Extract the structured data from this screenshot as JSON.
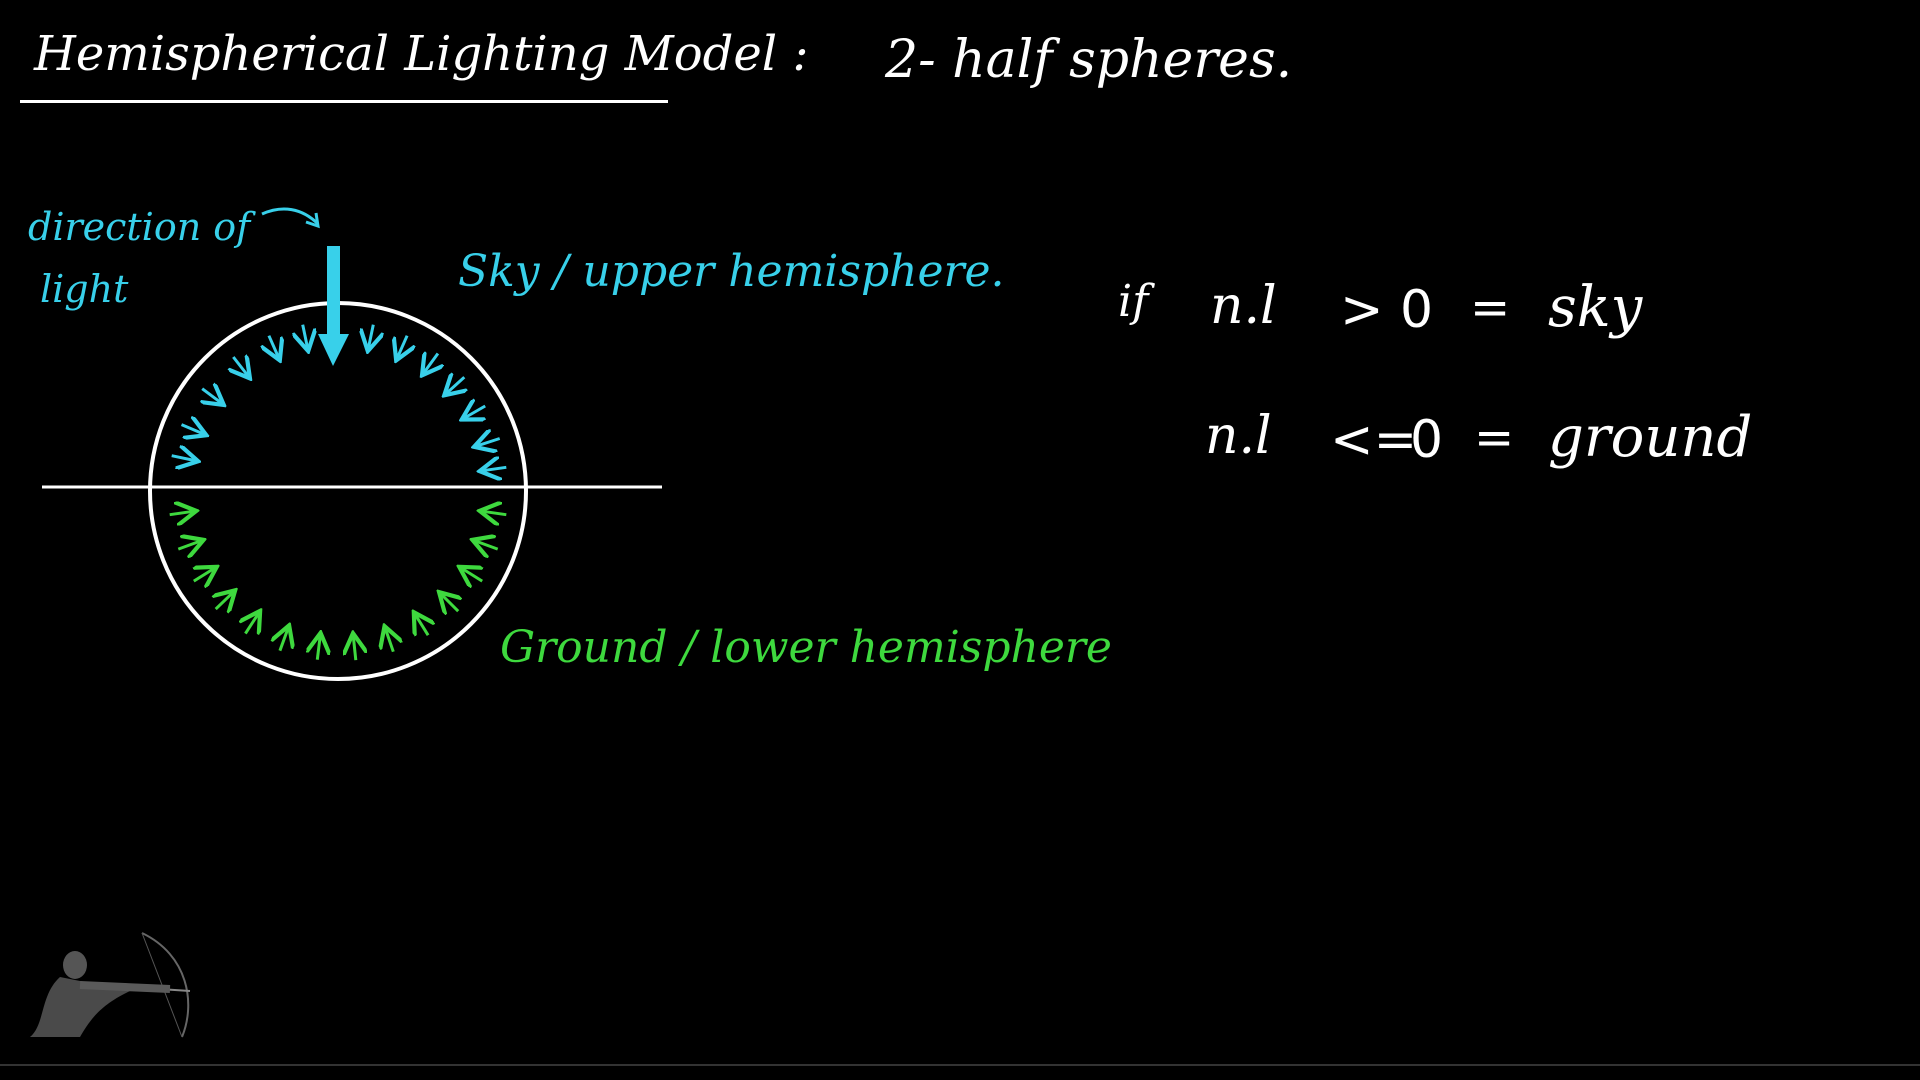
{
  "title": "Hemispherical Lighting Model :",
  "subtitle": "2- half spheres.",
  "diagram": {
    "direction_label_line1": "direction of",
    "direction_label_line2": "light",
    "sky_label": "Sky / upper hemisphere.",
    "ground_label": "Ground / lower hemisphere"
  },
  "equations": {
    "if_keyword": "if",
    "rows": [
      {
        "lhs": "n.l",
        "op": ">",
        "value": "0",
        "eq": "=",
        "result": "sky"
      },
      {
        "lhs": "n.l",
        "op": "<=",
        "value": "0",
        "eq": "=",
        "result": "ground"
      }
    ]
  },
  "colors": {
    "background": "#000000",
    "chalk_white": "#ffffff",
    "sky_cyan": "#38d0ea",
    "ground_green": "#3ed93e"
  },
  "icons": [
    "archer-logo-icon"
  ]
}
